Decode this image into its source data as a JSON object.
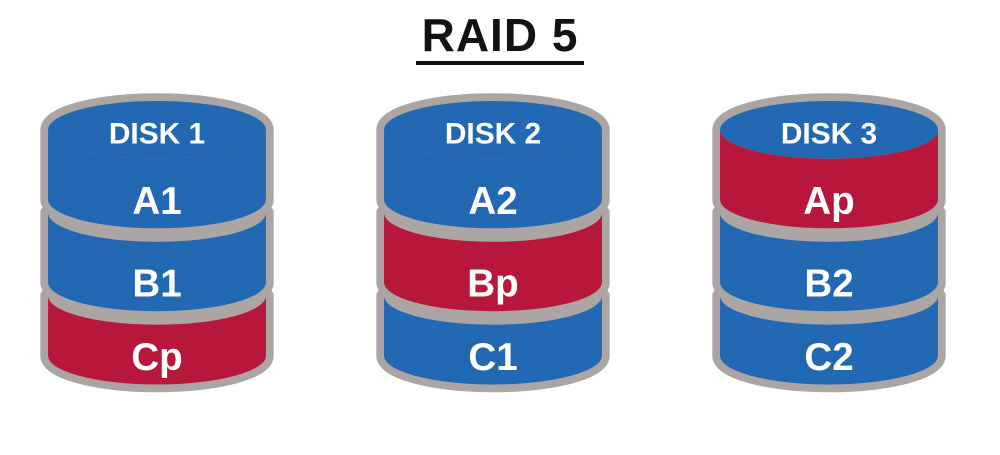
{
  "title": "RAID 5",
  "colors": {
    "blue": "#2368B3",
    "red": "#B8173C",
    "gray": "#ABA5A3",
    "label_text": "#FFFFFF",
    "title_text": "#121212",
    "background": "#FFFFFF"
  },
  "disks": [
    {
      "name": "DISK 1",
      "segments": [
        {
          "label": "A1",
          "color": "blue"
        },
        {
          "label": "B1",
          "color": "blue"
        },
        {
          "label": "Cp",
          "color": "red"
        }
      ]
    },
    {
      "name": "DISK 2",
      "segments": [
        {
          "label": "A2",
          "color": "blue"
        },
        {
          "label": "Bp",
          "color": "red"
        },
        {
          "label": "C1",
          "color": "blue"
        }
      ]
    },
    {
      "name": "DISK 3",
      "segments": [
        {
          "label": "Ap",
          "color": "red"
        },
        {
          "label": "B2",
          "color": "blue"
        },
        {
          "label": "C2",
          "color": "blue"
        }
      ]
    }
  ]
}
